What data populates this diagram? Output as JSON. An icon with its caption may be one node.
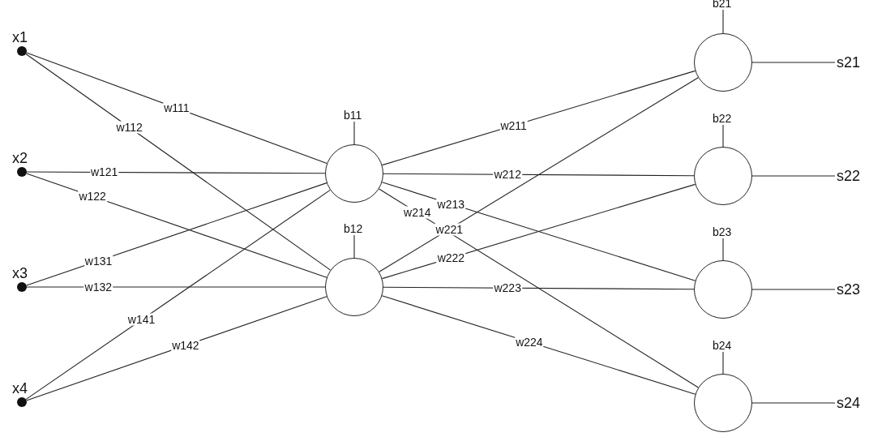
{
  "diagram": {
    "nodes": [
      {
        "text": [
          "x1"
        ]
      },
      {
        "text": [
          "x2"
        ]
      },
      {
        "text": [
          "x3"
        ]
      },
      {
        "text": [
          "x4"
        ]
      },
      {
        "text": [
          "b11"
        ]
      },
      {
        "text": [],
        "shape": "circle"
      },
      {
        "text": [
          "b12"
        ]
      },
      {
        "text": [],
        "shape": "circle"
      },
      {
        "text": [
          "b21"
        ]
      },
      {
        "text": [],
        "shape": "circle"
      },
      {
        "text": [
          "s21"
        ]
      },
      {
        "text": [
          "b22"
        ]
      },
      {
        "text": [],
        "shape": "circle"
      },
      {
        "text": [
          "s22"
        ]
      },
      {
        "text": [
          "b23"
        ]
      },
      {
        "text": [],
        "shape": "circle"
      },
      {
        "text": [
          "s23"
        ]
      },
      {
        "text": [
          "b24"
        ]
      },
      {
        "text": [],
        "shape": "circle"
      },
      {
        "text": [
          "s24"
        ]
      }
    ],
    "edges": [
      {
        "from": 0,
        "to": 5,
        "arrow": "none",
        "label": "w111"
      },
      {
        "from": 0,
        "to": 7,
        "arrow": "none",
        "label": "w112"
      },
      {
        "from": 1,
        "to": 5,
        "arrow": "none",
        "label": "w121"
      },
      {
        "from": 1,
        "to": 7,
        "arrow": "none",
        "label": "w122"
      },
      {
        "from": 2,
        "to": 5,
        "arrow": "none",
        "label": "w131"
      },
      {
        "from": 2,
        "to": 7,
        "arrow": "none",
        "label": "w132"
      },
      {
        "from": 3,
        "to": 5,
        "arrow": "none",
        "label": "w141"
      },
      {
        "from": 3,
        "to": 7,
        "arrow": "none",
        "label": "w142"
      },
      {
        "from": 5,
        "to": 9,
        "arrow": "none",
        "label": "w211"
      },
      {
        "from": 5,
        "to": 12,
        "arrow": "none",
        "label": "w212"
      },
      {
        "from": 5,
        "to": 15,
        "arrow": "none",
        "label": "w213"
      },
      {
        "from": 5,
        "to": 18,
        "arrow": "none",
        "label": "w214"
      },
      {
        "from": 7,
        "to": 9,
        "arrow": "none",
        "label": "w221"
      },
      {
        "from": 7,
        "to": 12,
        "arrow": "none",
        "label": "w222"
      },
      {
        "from": 7,
        "to": 15,
        "arrow": "none",
        "label": "w223"
      },
      {
        "from": 7,
        "to": 18,
        "arrow": "none",
        "label": "w224"
      },
      {
        "from": 4,
        "to": 5,
        "arrow": "none"
      },
      {
        "from": 6,
        "to": 7,
        "arrow": "none"
      },
      {
        "from": 8,
        "to": 9,
        "arrow": "none"
      },
      {
        "from": 11,
        "to": 12,
        "arrow": "none"
      },
      {
        "from": 14,
        "to": 15,
        "arrow": "none"
      },
      {
        "from": 17,
        "to": 18,
        "arrow": "none"
      },
      {
        "from": 9,
        "to": 10,
        "arrow": "none"
      },
      {
        "from": 12,
        "to": 13,
        "arrow": "none"
      },
      {
        "from": 15,
        "to": 16,
        "arrow": "none"
      },
      {
        "from": 18,
        "to": 19,
        "arrow": "none"
      }
    ]
  }
}
